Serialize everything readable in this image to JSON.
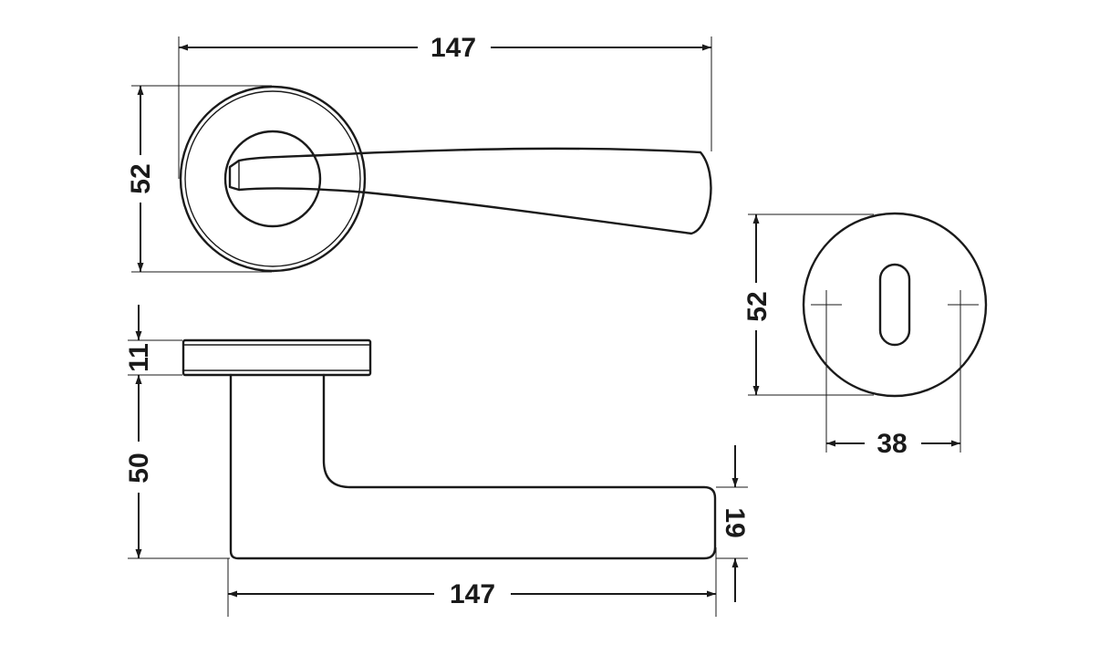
{
  "dimensions": {
    "top_view_width": "147",
    "top_view_height": "52",
    "side_rose_thickness": "11",
    "side_lever_height": "50",
    "side_lever_thickness": "19",
    "side_lever_length": "147",
    "escutcheon_diameter": "52",
    "escutcheon_hole_spacing": "38"
  },
  "colors": {
    "line": "#1a1a1a",
    "background": "#ffffff"
  }
}
